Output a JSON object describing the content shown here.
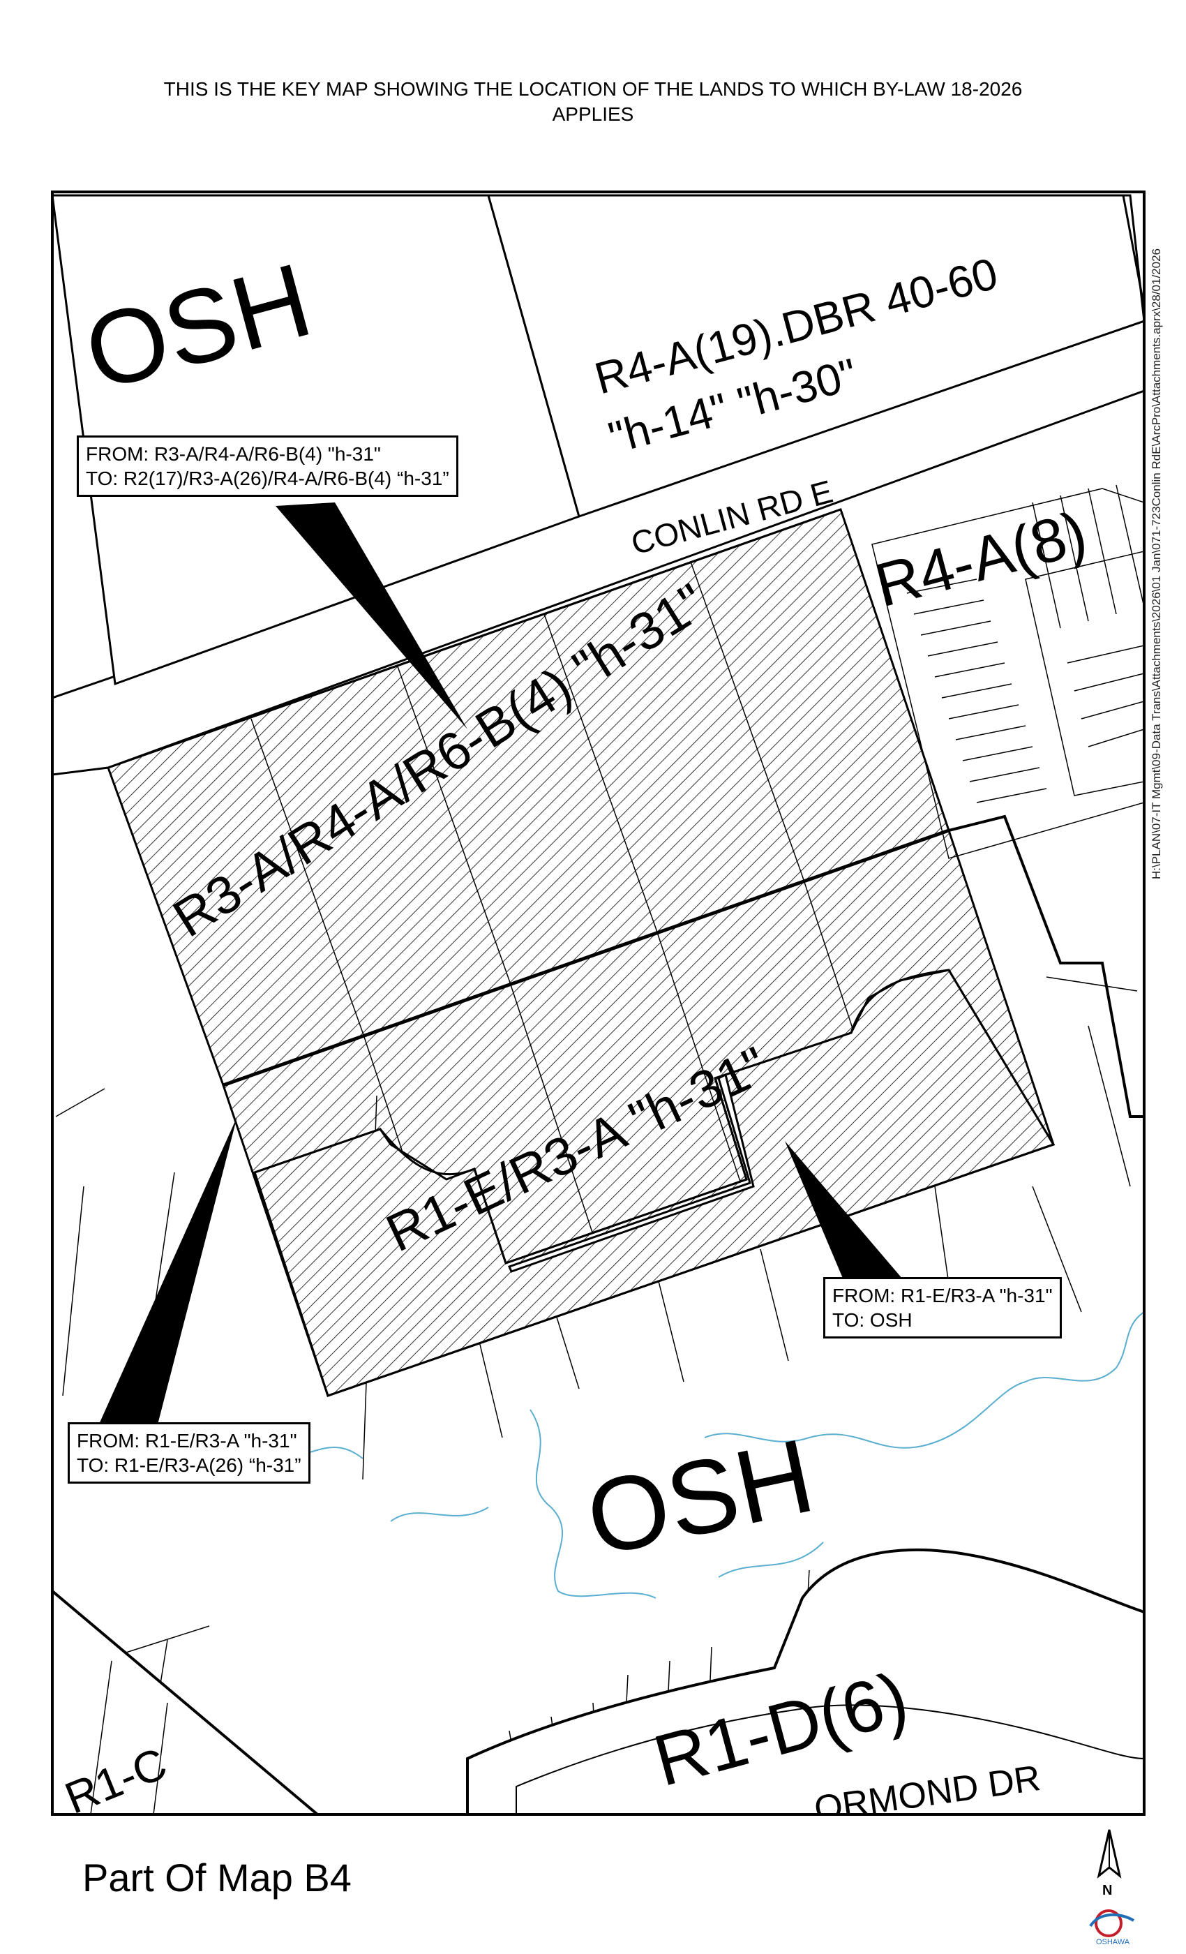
{
  "title": {
    "line1": "THIS IS THE KEY MAP SHOWING THE LOCATION OF THE LANDS TO WHICH BY-LAW 18-2026",
    "line2": "APPLIES"
  },
  "zones": {
    "osh_north": "OSH",
    "r4a19": "R4-A(19).DBR 40-60",
    "r4a19_h": "\"h-14\" \"h-30\"",
    "conlin": "CONLIN  RD  E",
    "r4a8": "R4-A(8)",
    "hatched_upper": "R3-A/R4-A/R6-B(4) \"h-31\"",
    "hatched_lower": "R1-E/R3-A \"h-31\"",
    "osh_south": "OSH",
    "r1d6": "R1-D(6)",
    "ormond": "ORMOND      DR",
    "r1c": "R1-C"
  },
  "callouts": {
    "top": {
      "from": "FROM: R3-A/R4-A/R6-B(4) \"h-31\"",
      "to": "TO: R2(17)/R3-A(26)/R4-A/R6-B(4) “h-31”"
    },
    "right": {
      "from": "FROM: R1-E/R3-A \"h-31\"",
      "to": "TO: OSH"
    },
    "left": {
      "from": "FROM: R1-E/R3-A \"h-31\"",
      "to": "TO: R1-E/R3-A(26) “h-31”"
    }
  },
  "footer": "Part Of Map B4",
  "north_label": "N",
  "file_path": "H:\\PLAN\\07-IT Mgmt\\09-Data Trans\\Attachments\\2026\\01 Jan\\071-723Conlin RdE\\ArcPro\\Attachments.aprx\\28/01/2026",
  "logo_text": "OSHAWA",
  "colors": {
    "hatch": "#000000",
    "creek": "#5aaed0",
    "frame": "#000000"
  }
}
